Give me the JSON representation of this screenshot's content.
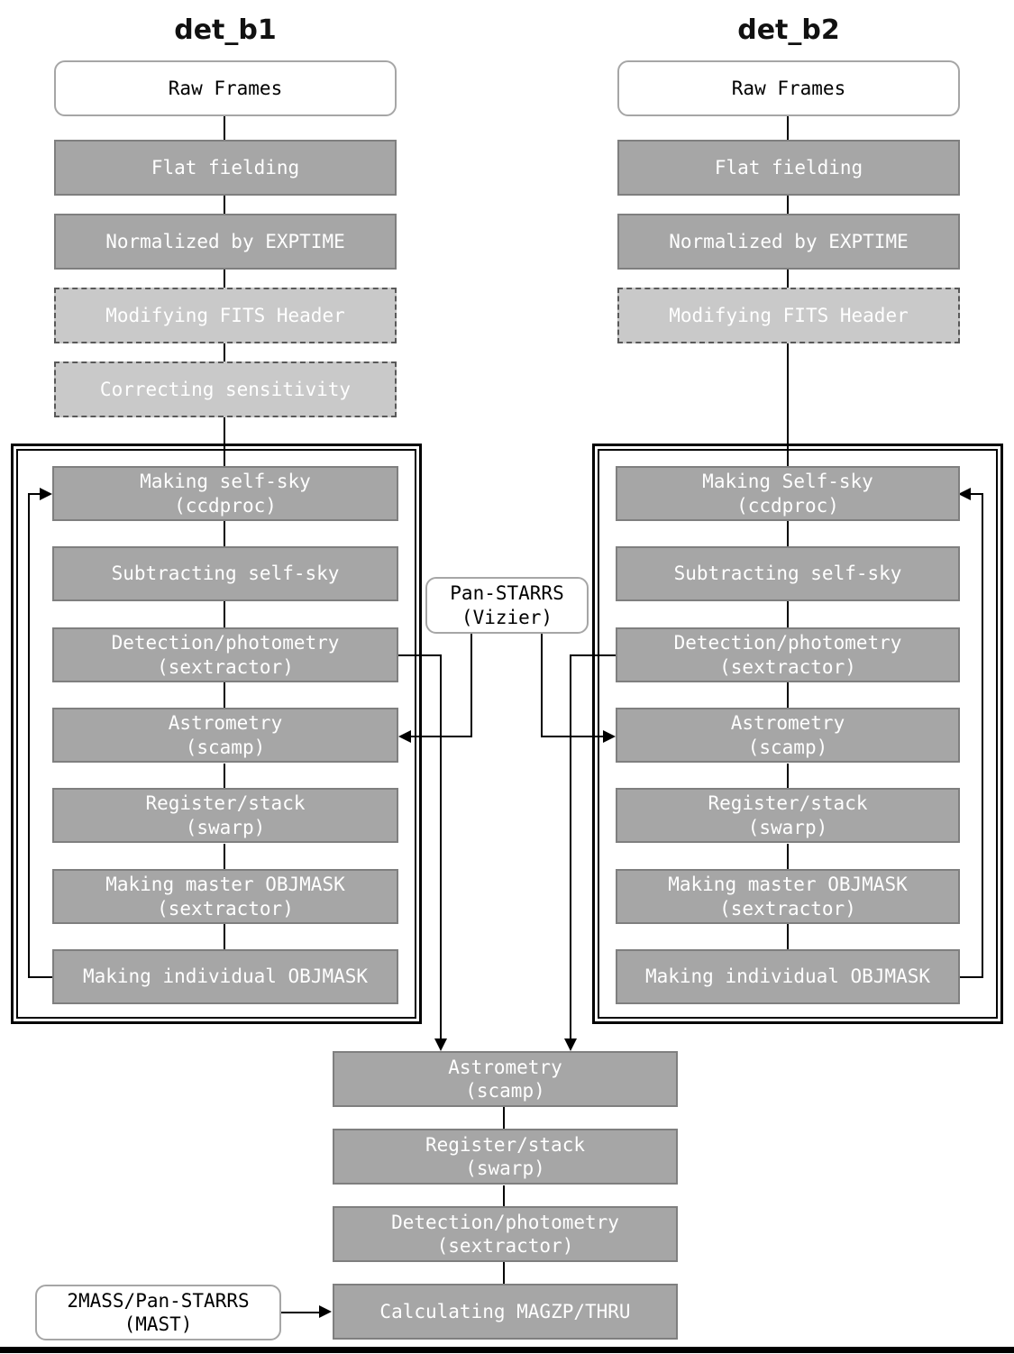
{
  "columns": [
    {
      "title": "det_b1",
      "source_box": "Raw Frames",
      "pre_steps": [
        {
          "label": "Flat fielding",
          "style": "solid"
        },
        {
          "label": "Normalized by EXPTIME",
          "style": "solid"
        },
        {
          "label": "Modifying FITS Header",
          "style": "dashed"
        },
        {
          "label": "Correcting sensitivity",
          "style": "dashed"
        }
      ],
      "loop_steps": [
        "Making self-sky\n(ccdproc)",
        "Subtracting self-sky",
        "Detection/photometry\n(sextractor)",
        "Astrometry\n(scamp)",
        "Register/stack\n(swarp)",
        "Making master OBJMASK\n(sextractor)",
        "Making individual OBJMASK"
      ]
    },
    {
      "title": "det_b2",
      "source_box": "Raw Frames",
      "pre_steps": [
        {
          "label": "Flat fielding",
          "style": "solid"
        },
        {
          "label": "Normalized by EXPTIME",
          "style": "solid"
        },
        {
          "label": "Modifying FITS Header",
          "style": "dashed"
        }
      ],
      "loop_steps": [
        "Making Self-sky\n(ccdproc)",
        "Subtracting self-sky",
        "Detection/photometry\n(sextractor)",
        "Astrometry\n(scamp)",
        "Register/stack\n(swarp)",
        "Making master OBJMASK\n(sextractor)",
        "Making individual OBJMASK"
      ]
    }
  ],
  "catalogs": {
    "vizier": "Pan-STARRS\n(Vizier)",
    "mast": "2MASS/Pan-STARRS\n(MAST)"
  },
  "combined_steps": [
    "Astrometry\n(scamp)",
    "Register/stack\n(swarp)",
    "Detection/photometry\n(sextractor)",
    "Calculating MAGZP/THRU"
  ],
  "colors": {
    "step_fill": "#a6a6a6",
    "step_border": "#7f7f7f",
    "optional_fill": "#c9c9c9",
    "optional_border": "#595959",
    "io_box_border": "#a6a6a6",
    "io_box_fill": "#ffffff",
    "connector": "#000000",
    "text_on_gray": "#ffffff",
    "text_dark": "#000000"
  }
}
